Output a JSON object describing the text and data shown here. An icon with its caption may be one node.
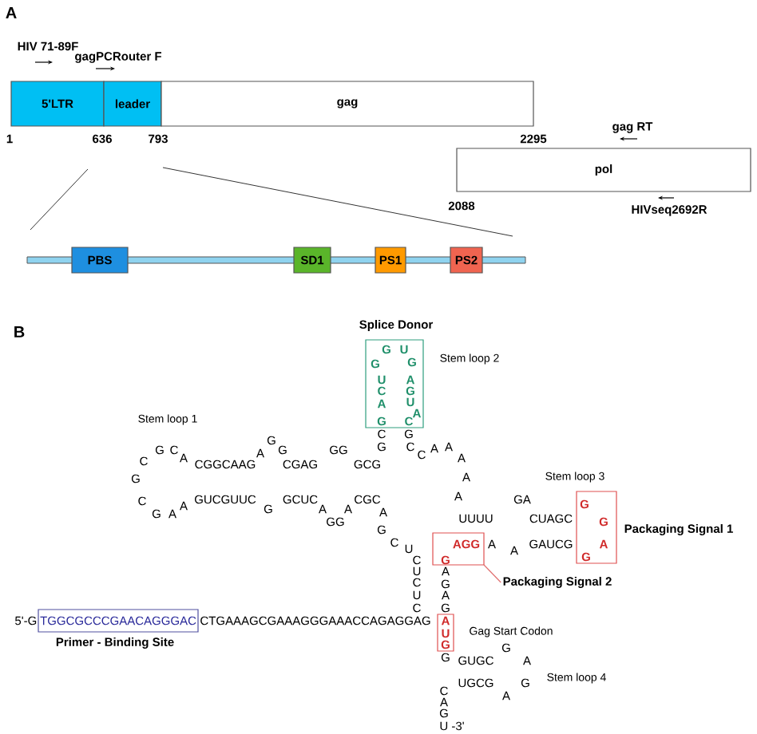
{
  "diagram": {
    "nodes": [
      {
        "text": [
          "5'LTR"
        ]
      },
      {
        "text": [
          "leader"
        ]
      },
      {
        "text": [
          "gag"
        ]
      },
      {
        "text": [
          "pol"
        ]
      },
      {
        "text": [
          "PBS"
        ]
      },
      {
        "text": [
          "SD1"
        ]
      },
      {
        "text": [
          "PS1"
        ]
      },
      {
        "text": [
          "PS2"
        ]
      },
      {
        "text": [
          "Splice Donor"
        ]
      },
      {
        "text": [
          "TGGCGCCCGAACAGGGAC",
          "Primer - Binding Site"
        ]
      },
      {
        "text": [],
        "shape": "box",
        "beside": [
          "Packaging Signal 1"
        ]
      },
      {
        "text": [],
        "shape": "box"
      },
      {
        "text": [
          "Packaging Signal 2"
        ]
      },
      {
        "text": [],
        "shape": "box",
        "beside": [
          "Gag Start Codon"
        ]
      }
    ],
    "edges": [
      {
        "from": 12,
        "to": 11,
        "arrow": "none"
      }
    ],
    "labels": [
      "A",
      "HIV 71-89F",
      "gagPCRouter F",
      "gag RT",
      "1",
      "636",
      "793",
      "2295",
      "2088",
      "HIVseq2692R",
      "B",
      "G",
      "G",
      "U",
      "G",
      "Stem loop 2",
      "U",
      "A",
      "C",
      "G",
      "A",
      "U",
      "Stem loop 1",
      "G",
      "C",
      "A",
      "C",
      "G",
      "C",
      "A",
      "CGGCAAG",
      "A",
      "G",
      "G",
      "CGAG",
      "GG",
      "GCG",
      "C",
      "G",
      "G",
      "C",
      "C",
      "A",
      "A",
      "A",
      "G",
      "A",
      "Stem loop 3",
      "C",
      "G",
      "A",
      "A",
      "GUCGUUC",
      "G",
      "GCUC",
      "A",
      "GG",
      "A",
      "CGC",
      "G",
      "A",
      "A",
      "UUUU",
      "GA",
      "CUAGC",
      "G",
      "G",
      "C",
      "U",
      "C",
      "G",
      "AGG",
      "A",
      "A",
      "GAUCG",
      "G",
      "A",
      "U",
      "A",
      "C",
      "G",
      "U",
      "A",
      "C",
      "G",
      "5'-G",
      "CTGAAAGCGAAAGGGAAACCAGAGGAG",
      "A",
      "U",
      "G",
      "G",
      "G",
      "GUGC",
      "A",
      "C",
      "A",
      "G",
      "UGCG",
      "A",
      "G",
      "Stem loop 4",
      "U -3'"
    ]
  }
}
